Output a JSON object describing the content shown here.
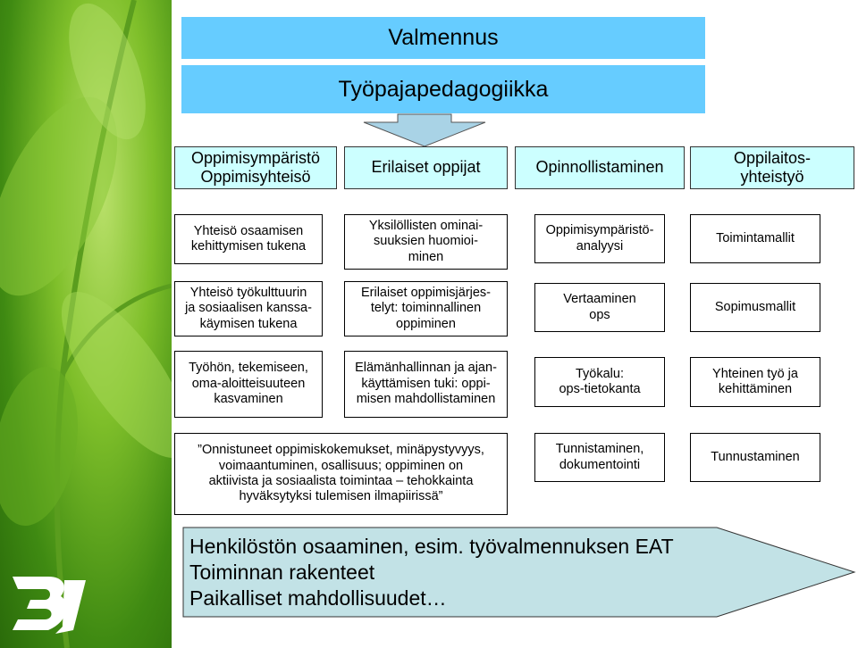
{
  "top": {
    "title": "Valmennus",
    "subtitle": "Työpajapedagogiikka"
  },
  "headers": [
    "Oppimisympäristö\nOppimisyhteisö",
    "Erilaiset oppijat",
    "Opinnollistaminen",
    "Oppilaitos-\nyhteistyö"
  ],
  "rows": [
    [
      "Yhteisö osaamisen\nkehittymisen tukena",
      "Yksilöllisten ominai-\nsuuksien huomioi-\nminen",
      "Oppimisympäristö-\nanalyysi",
      "Toimintamallit"
    ],
    [
      "Yhteisö työkulttuurin\nja sosiaalisen kanssa-\nkäymisen tukena",
      "Erilaiset oppimisjärjes-\ntelyt: toiminnallinen\noppiminen",
      "Vertaaminen\nops",
      "Sopimusmallit"
    ],
    [
      "Työhön, tekemiseen,\noma-aloitteisuuteen\nkasvaminen",
      "Elämänhallinnan ja ajan-\nkäyttämisen tuki: oppi-\nmisen mahdollistaminen",
      "Työkalu:\nops-tietokanta",
      "Yhteinen työ ja\nkehittäminen"
    ]
  ],
  "row4": {
    "quote": "”Onnistuneet oppimiskokemukset, minäpystyvyys,\nvoimaantuminen, osallisuus; oppiminen on\naktiivista ja sosiaalista toimintaa – tehokkainta\nhyväksytyksi tulemisen ilmapiirissä”",
    "col3": "Tunnistaminen,\ndokumentointi",
    "col4": "Tunnustaminen"
  },
  "bottom": {
    "lines": [
      "Henkilöstön osaaminen, esim. työvalmennuksen EAT",
      "Toiminnan rakenteet",
      "Paikalliset mahdollisuudet…"
    ]
  },
  "colors": {
    "banner": "#66ccff",
    "header_fill": "#ccffff",
    "bottom_fill": "#c2e2e6",
    "leaf_green": "#3f8a12"
  },
  "icons": [
    "leaf-background",
    "down-arrow-icon",
    "logo-icon"
  ]
}
